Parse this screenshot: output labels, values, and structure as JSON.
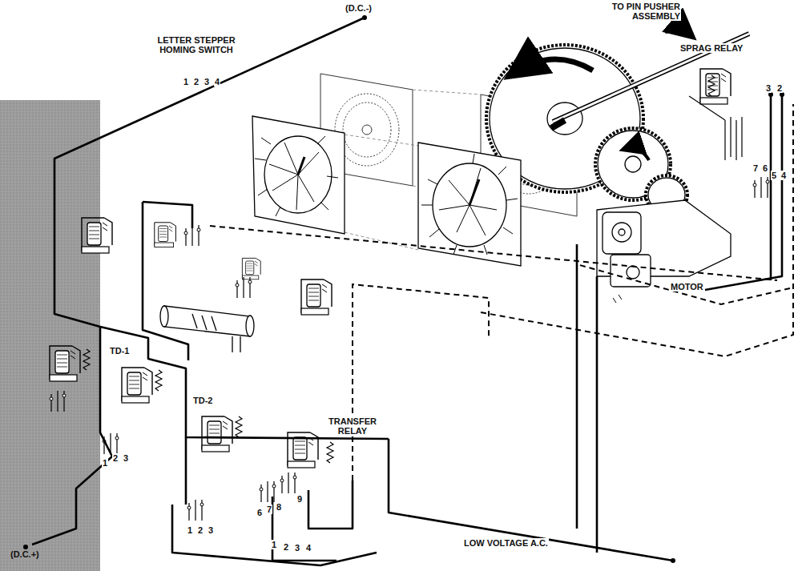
{
  "diagram": {
    "labels": [
      "(D.C.-)",
      "TO PIN PUSHER ASSEMBLY",
      "SPRAG RELAY",
      "3",
      "2",
      "LETTER STEPPER HOMING SWITCH",
      "1",
      "2",
      "3",
      "4",
      "7",
      "6",
      "5",
      "4",
      "MOTOR",
      "TD-1",
      "TD-2",
      "TRANSFER RELAY",
      "6",
      "7",
      "8",
      "9",
      "1",
      "2",
      "3",
      "1",
      "2",
      "3",
      "1",
      "2",
      "3",
      "4",
      "LOW VOLTAGE A.C.",
      "(D.C.+)"
    ]
  }
}
